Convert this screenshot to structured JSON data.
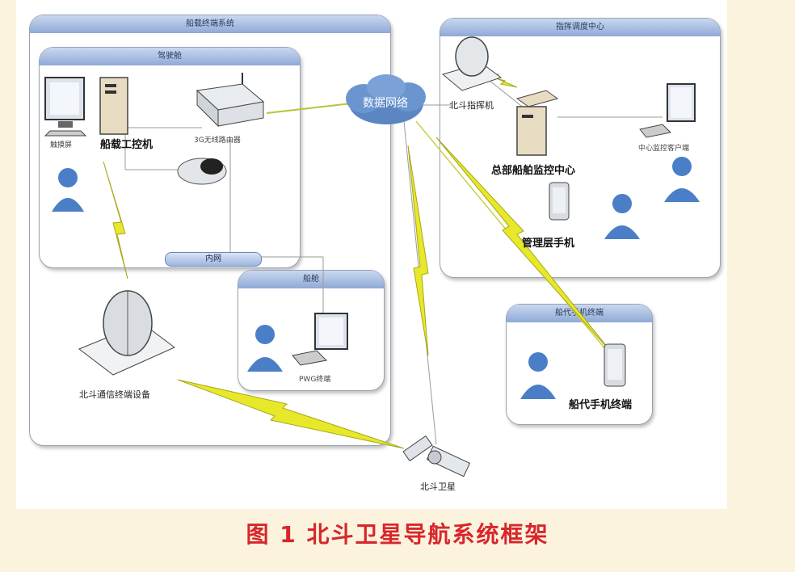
{
  "caption": "图 1   北斗卫星导航系统框架",
  "cloud_label": "数据网络",
  "panels": {
    "ship_system": "船载终端系统",
    "bridge": "驾驶舱",
    "cabin": "船舱",
    "command_center": "指挥调度中心",
    "ship_phone": "船代手机终端"
  },
  "lan_label": "内网",
  "labels": {
    "monitor": "触摸屏",
    "ship_pc": "船载工控机",
    "router": "3G无线路由器",
    "pwg_terminal": "PWG终端",
    "beidou_terminal": "北斗通信终端设备",
    "beidou_command": "北斗指挥机",
    "central_monitor": "总部船舶监控中心",
    "center_client": "中心监控客户端",
    "manager_phone": "管理层手机",
    "ship_phone_terminal": "船代手机终端",
    "satellite": "北斗卫星"
  },
  "colors": {
    "panel_header": "#8fa9d6",
    "lightning": "#e8e82a",
    "cloud": "#5b86c2",
    "person": "#4a7fc7",
    "caption": "#d8262c"
  }
}
